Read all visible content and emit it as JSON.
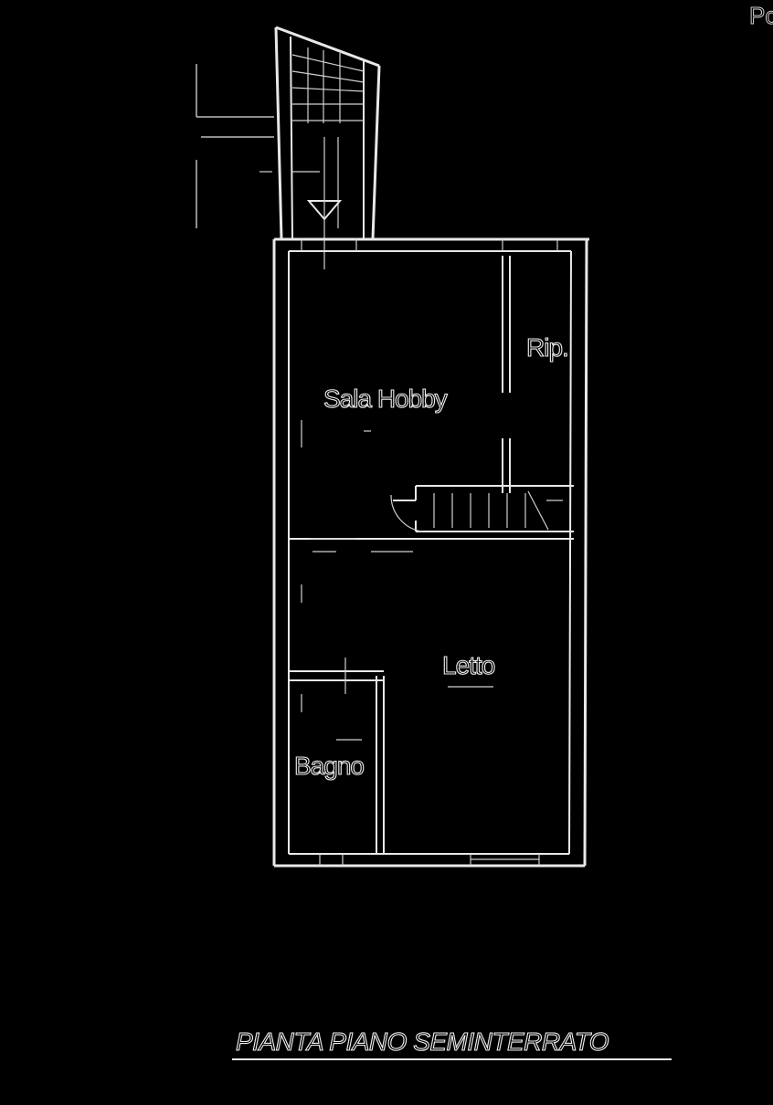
{
  "corner_fragment": "Pc",
  "rooms": {
    "sala_hobby": "Sala Hobby",
    "ripostiglio": "Rip.",
    "letto": "Letto",
    "bagno": "Bagno"
  },
  "title": "PIANTA PIANO SEMINTERRATO"
}
